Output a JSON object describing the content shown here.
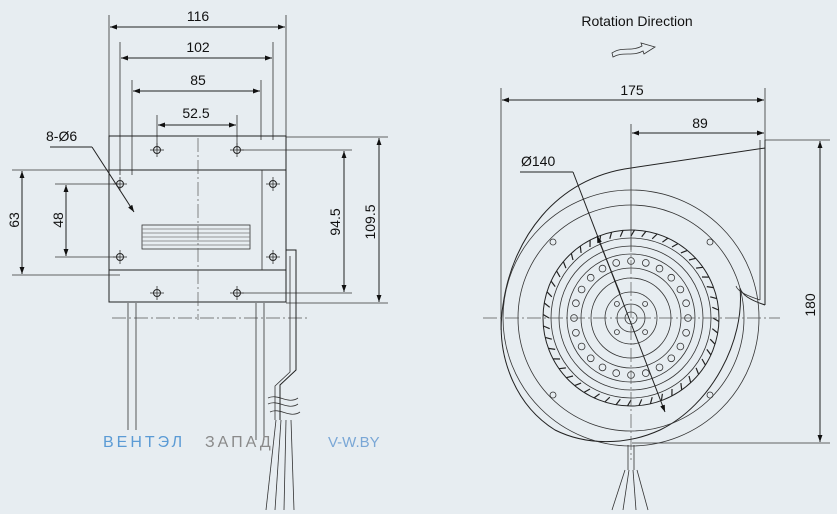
{
  "title": "Rotation  Direction",
  "side_view": {
    "dim_116": "116",
    "dim_102": "102",
    "dim_85": "85",
    "dim_52_5": "52.5",
    "holes": "8-Ø6",
    "dim_63": "63",
    "dim_48": "48",
    "dim_94_5": "94.5",
    "dim_109_5": "109.5"
  },
  "front_view": {
    "dim_175": "175",
    "dim_89": "89",
    "diameter": "Ø140",
    "dim_180": "180"
  },
  "watermark": {
    "part1": "ВЕНТЭЛ",
    "part2": "ЗАПАД",
    "site": "V-W.BY"
  },
  "colors": {
    "background": "#e7edf1",
    "line": "#222222",
    "wm_blue": "#5b9bd5",
    "wm_gray": "#8a8a8a"
  }
}
